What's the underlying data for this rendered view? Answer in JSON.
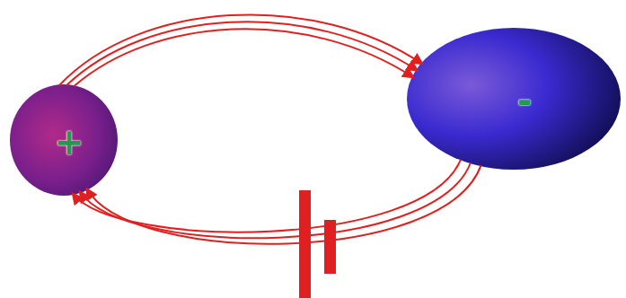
{
  "diagram": {
    "nodes": [
      {
        "text": [
          "+"
        ]
      },
      {
        "text": [
          "-"
        ]
      }
    ],
    "edges": [
      {
        "from": 0,
        "to": 1,
        "arrow": "to"
      },
      {
        "from": 1,
        "to": 0,
        "arrow": "to"
      }
    ]
  }
}
